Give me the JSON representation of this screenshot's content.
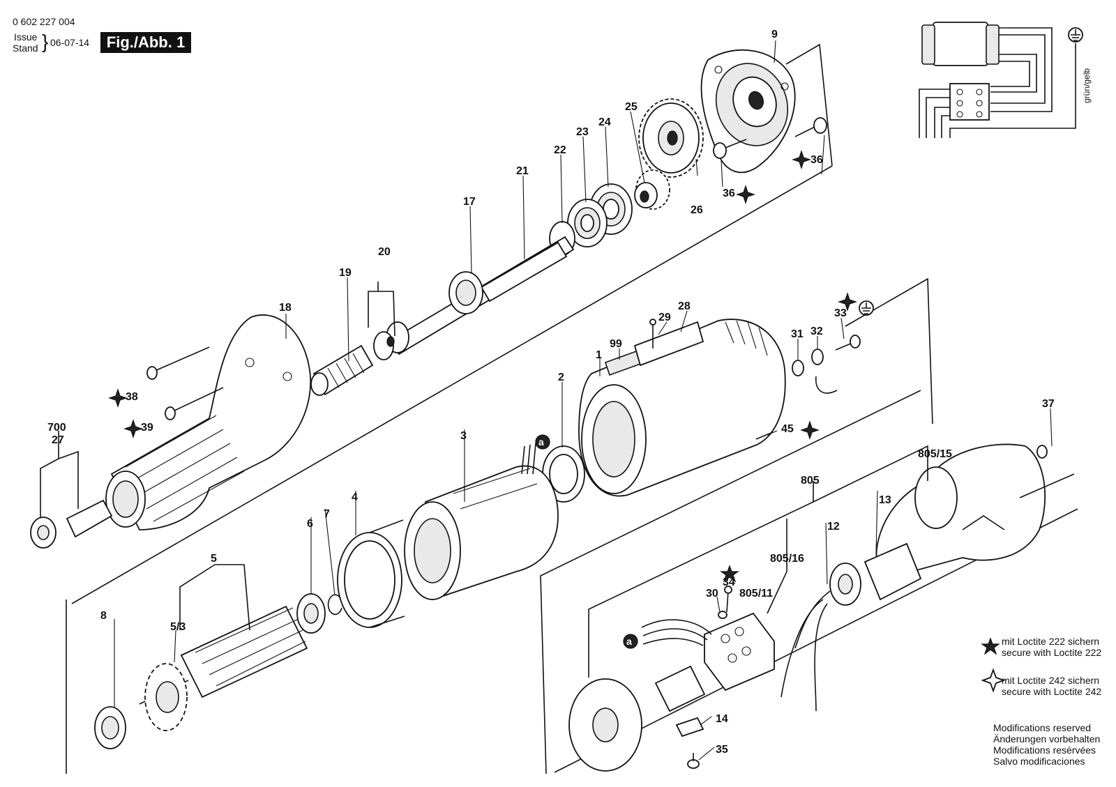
{
  "header": {
    "part_number": "0 602 227 004",
    "issue_label": "Issue",
    "stand_label": "Stand",
    "date": "06-07-14",
    "figure_label": "Fig./Abb. 1"
  },
  "wiring": {
    "wire_label": "grün/gelb"
  },
  "callouts": {
    "c9": "9",
    "c25": "25",
    "c24": "24",
    "c23": "23",
    "c22": "22",
    "c21": "21",
    "c17": "17",
    "c20": "20",
    "c19": "19",
    "c18": "18",
    "c26": "26",
    "c36a": "36",
    "c36b": "36",
    "c29": "29",
    "c28": "28",
    "c99": "99",
    "c1": "1",
    "c31": "31",
    "c32": "32",
    "c33": "33",
    "c38": "38",
    "c39": "39",
    "c700": "700",
    "c27": "27",
    "c2": "2",
    "c3": "3",
    "c4": "4",
    "c6": "6",
    "c7": "7",
    "c5": "5",
    "c53": "5/3",
    "c8": "8",
    "c45": "45",
    "c37": "37",
    "c80515": "805/15",
    "c805": "805",
    "c13": "13",
    "c12": "12",
    "c80516": "805/16",
    "c34": "34",
    "c30": "30",
    "c80511": "805/11",
    "c14": "14",
    "c35": "35",
    "ca1": "a",
    "ca2": "a"
  },
  "legend": {
    "loctite222_de": "mit Loctite 222 sichern",
    "loctite222_en": "secure with Loctite 222",
    "loctite242_de": "mit Loctite 242 sichern",
    "loctite242_en": "secure with Loctite 242",
    "mod_en": "Modifications reserved",
    "mod_de": "Änderungen vorbehalten",
    "mod_fr": "Modifications resérvées",
    "mod_es": "Salvo modificaciones"
  }
}
